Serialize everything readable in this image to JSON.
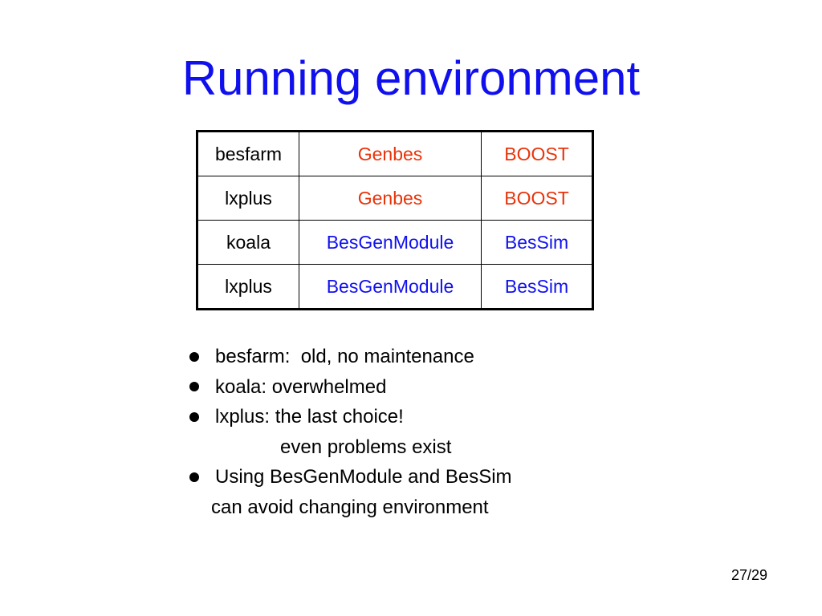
{
  "title": "Running environment",
  "colors": {
    "title": "#1010ee",
    "orange": "#e8340a",
    "blue": "#1010ee",
    "black": "#000000"
  },
  "table": {
    "rows": [
      {
        "cells": [
          {
            "text": "besfarm",
            "color": "black"
          },
          {
            "text": "Genbes",
            "color": "orange"
          },
          {
            "text": "BOOST",
            "color": "orange"
          }
        ]
      },
      {
        "cells": [
          {
            "text": "lxplus",
            "color": "black"
          },
          {
            "text": "Genbes",
            "color": "orange"
          },
          {
            "text": "BOOST",
            "color": "orange"
          }
        ]
      },
      {
        "cells": [
          {
            "text": "koala",
            "color": "black"
          },
          {
            "text": "BesGenModule",
            "color": "blue"
          },
          {
            "text": "BesSim",
            "color": "blue"
          }
        ]
      },
      {
        "cells": [
          {
            "text": "lxplus",
            "color": "black"
          },
          {
            "text": "BesGenModule",
            "color": "blue"
          },
          {
            "text": "BesSim",
            "color": "blue"
          }
        ]
      }
    ]
  },
  "bullets": [
    {
      "text": "besfarm:  old, no maintenance"
    },
    {
      "text": "koala: overwhelmed"
    },
    {
      "text": "lxplus: the last choice!",
      "continuation": "even problems exist"
    },
    {
      "text": "Using BesGenModule and BesSim",
      "continuation": "can avoid changing environment"
    }
  ],
  "page_number": "27/29"
}
